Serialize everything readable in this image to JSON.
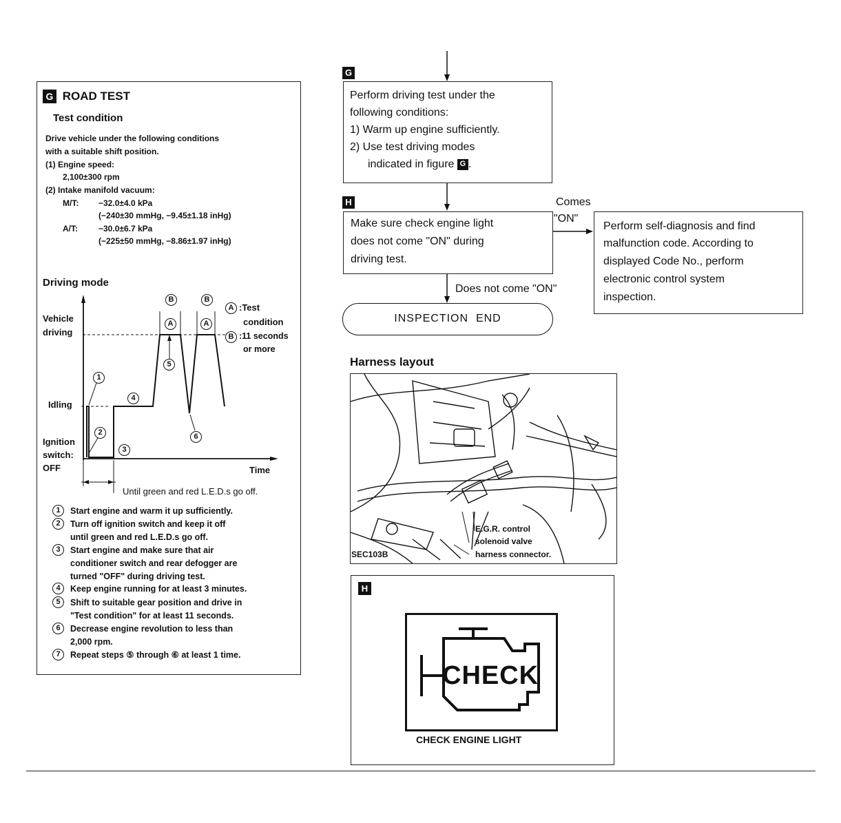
{
  "road_test": {
    "badge": "G",
    "title": "ROAD TEST",
    "subtitle": "Test condition",
    "intro_line1": "Drive vehicle under the following conditions",
    "intro_line2": "with a suitable shift position.",
    "cond1_label": "(1) Engine speed:",
    "cond1_value": "2,100±300 rpm",
    "cond2_label": "(2) Intake manifold vacuum:",
    "mt_label": "M/T:",
    "mt_value": "−32.0±4.0 kPa",
    "mt_alt": "(−240±30 mmHg, −9.45±1.18 inHg)",
    "at_label": "A/T:",
    "at_value": "−30.0±6.7 kPa",
    "at_alt": "(−225±50 mmHg, −8.86±1.97 inHg)",
    "driving_mode_title": "Driving mode"
  },
  "driving_chart": {
    "y_label_vehicle_1": "Vehicle",
    "y_label_vehicle_2": "driving",
    "y_label_idling": "Idling",
    "y_label_ign_1": "Ignition",
    "y_label_ign_2": "switch:",
    "y_label_ign_3": "OFF",
    "x_label": "Time",
    "led_note": "Until green and red L.E.D.s go off.",
    "legend_a_key": "A",
    "legend_a_1": ":Test",
    "legend_a_2": "condition",
    "legend_b_key": "B",
    "legend_b_1": ":11 seconds",
    "legend_b_2": "or more",
    "markers": [
      "1",
      "2",
      "3",
      "4",
      "5",
      "6"
    ],
    "mark_a": "A",
    "mark_b": "B"
  },
  "steps": [
    {
      "num": "1",
      "lines": [
        "Start engine and warm it up sufficiently."
      ]
    },
    {
      "num": "2",
      "lines": [
        "Turn off ignition switch and keep it off",
        "until green and red L.E.D.s go off."
      ]
    },
    {
      "num": "3",
      "lines": [
        "Start engine and make sure that air",
        "conditioner switch and rear defogger are",
        "turned \"OFF\" during driving test."
      ]
    },
    {
      "num": "4",
      "lines": [
        "Keep engine running for at least 3 minutes."
      ]
    },
    {
      "num": "5",
      "lines": [
        "Shift to suitable gear position and drive in",
        "\"Test condition\" for at least 11 seconds."
      ]
    },
    {
      "num": "6",
      "lines": [
        "Decrease engine revolution to less than",
        "2,000 rpm."
      ]
    },
    {
      "num": "7",
      "lines": [
        "Repeat steps ⑤ through ⑥ at least 1 time."
      ]
    }
  ],
  "flow": {
    "g_badge": "G",
    "g_lines": [
      "Perform driving test under the",
      "following conditions:",
      "1) Warm up engine sufficiently.",
      "2) Use test driving modes",
      "indicated in figure"
    ],
    "g_inline_badge": "G",
    "h_badge": "H",
    "h_lines": [
      "Make sure check engine light",
      "does not come \"ON\" during",
      "driving test."
    ],
    "comes_on_1": "Comes",
    "comes_on_2": "\"ON\"",
    "self_diag_lines": [
      "Perform self-diagnosis and find",
      "malfunction code. According to",
      "displayed Code No., perform",
      "electronic control system",
      "inspection."
    ],
    "not_on_label": "Does not come \"ON\"",
    "end_label": "INSPECTION  END"
  },
  "harness": {
    "title": "Harness layout",
    "sec_code": "SEC103B",
    "callout_1": "E.G.R. control",
    "callout_2": "solenoid valve",
    "callout_3": "harness connector."
  },
  "check_panel": {
    "badge": "H",
    "check_text": "CHECK",
    "caption": "CHECK ENGINE LIGHT"
  }
}
